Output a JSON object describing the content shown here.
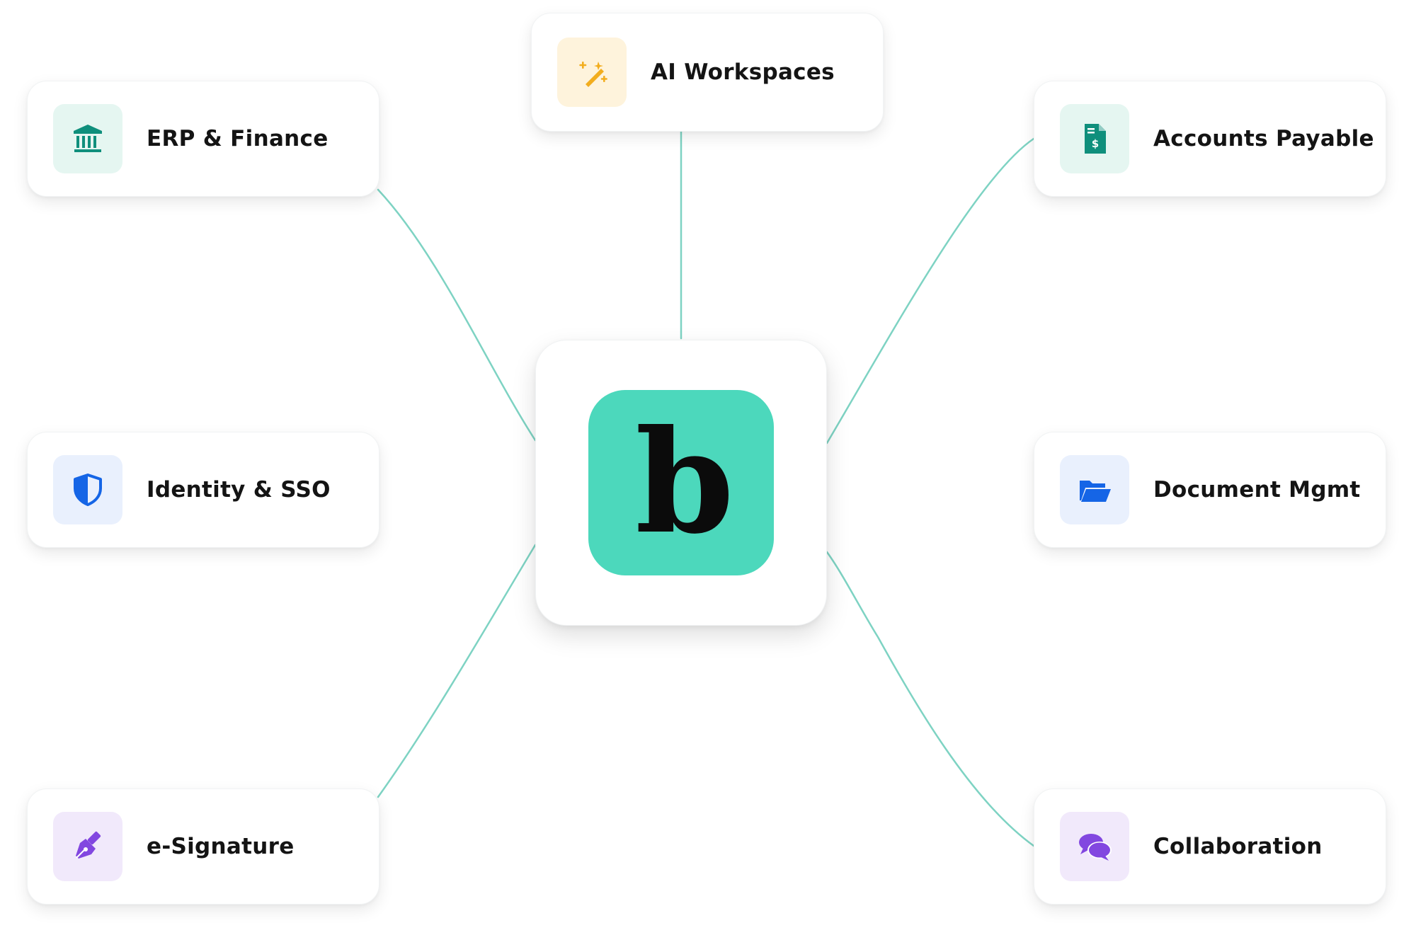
{
  "colors": {
    "connector": "#7ed3c3",
    "hub_logo_bg": "#4cd8bc",
    "hub_logo_glyph": "#0b0b0b",
    "teal_tile_bg": "#e5f6f1",
    "teal_icon": "#0f8f7c",
    "yellow_tile_bg": "#fef3dc",
    "yellow_icon": "#f2ad1e",
    "blue_tile_bg": "#e9f0fd",
    "blue_icon": "#1565e6",
    "purple_tile_bg": "#f1e9fb",
    "purple_icon": "#8247e0"
  },
  "hub": {
    "logo_letter": "b",
    "logo_icon": "brand-b-logo"
  },
  "integrations": [
    {
      "id": "ai-workspaces",
      "label": "AI Workspaces",
      "icon": "magic-wand-icon"
    },
    {
      "id": "erp-finance",
      "label": "ERP & Finance",
      "icon": "bank-icon"
    },
    {
      "id": "accounts-payable",
      "label": "Accounts Payable",
      "icon": "invoice-dollar-icon"
    },
    {
      "id": "identity-sso",
      "label": "Identity & SSO",
      "icon": "shield-icon"
    },
    {
      "id": "document-mgmt",
      "label": "Document Mgmt",
      "icon": "folder-open-icon"
    },
    {
      "id": "e-signature",
      "label": "e-Signature",
      "icon": "pen-nib-icon"
    },
    {
      "id": "collaboration",
      "label": "Collaboration",
      "icon": "chat-bubbles-icon"
    }
  ]
}
